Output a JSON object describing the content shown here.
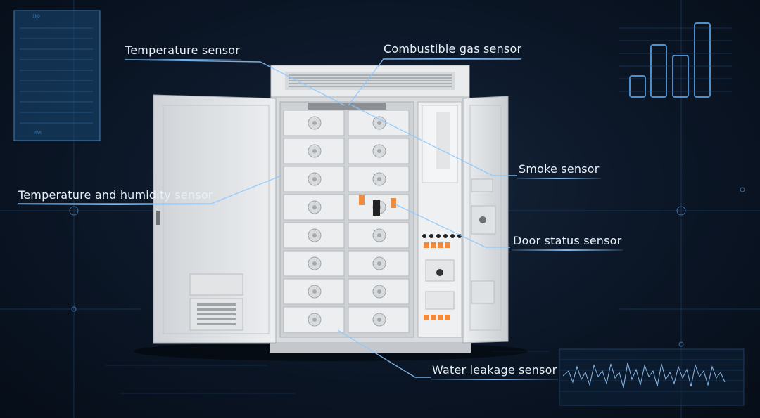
{
  "sensors": {
    "temperature": "Temperature sensor",
    "combustible_gas": "Combustible gas sensor",
    "smoke": "Smoke sensor",
    "temp_humidity": "Temperature and humidity sensor",
    "door_status": "Door status sensor",
    "water_leakage": "Water leakage sensor"
  },
  "hud": {
    "panel_top": "IND",
    "panel_bottom": "MAR"
  },
  "colors": {
    "background": "#0b1626",
    "hud_line": "#2a5a88",
    "glow": "#8cc8ff",
    "cabinet": "#e6e8ea",
    "accent_orange": "#f08a3c"
  }
}
